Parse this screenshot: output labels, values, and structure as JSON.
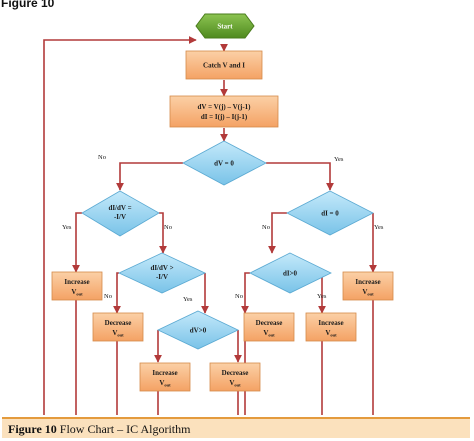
{
  "figure_label": "Figure 10",
  "caption": {
    "label": "Figure 10",
    "text": "Flow Chart – IC Algorithm"
  },
  "colors": {
    "start": "#6aa12e",
    "process": "#f7b27a",
    "decision": "#8fd0ef",
    "line": "#b23a3a"
  },
  "nodes": {
    "start": "Start",
    "catch": "Catch V and I",
    "diff_line1": "dV = V(j) – V(j-1)",
    "diff_line2": "dI = I(j) – I(j-1)",
    "dv0": "dV = 0",
    "didv1_line1": "dI/dV =",
    "didv1_line2": "-I/V",
    "didv2_line1": "dI/dV >",
    "didv2_line2": "-I/V",
    "dvgt0": "dV>0",
    "di0": "dI = 0",
    "digt0": "dI>0",
    "inc_left": "Increase",
    "dec_mid": "Decrease",
    "inc_bottom": "Increase",
    "dec_bottom": "Decrease",
    "dec_right": "Decrease",
    "inc_right2": "Increase",
    "inc_right": "Increase",
    "vout": "V",
    "vout_sub": "out"
  },
  "branches": {
    "no": "No",
    "yes": "Yes"
  }
}
